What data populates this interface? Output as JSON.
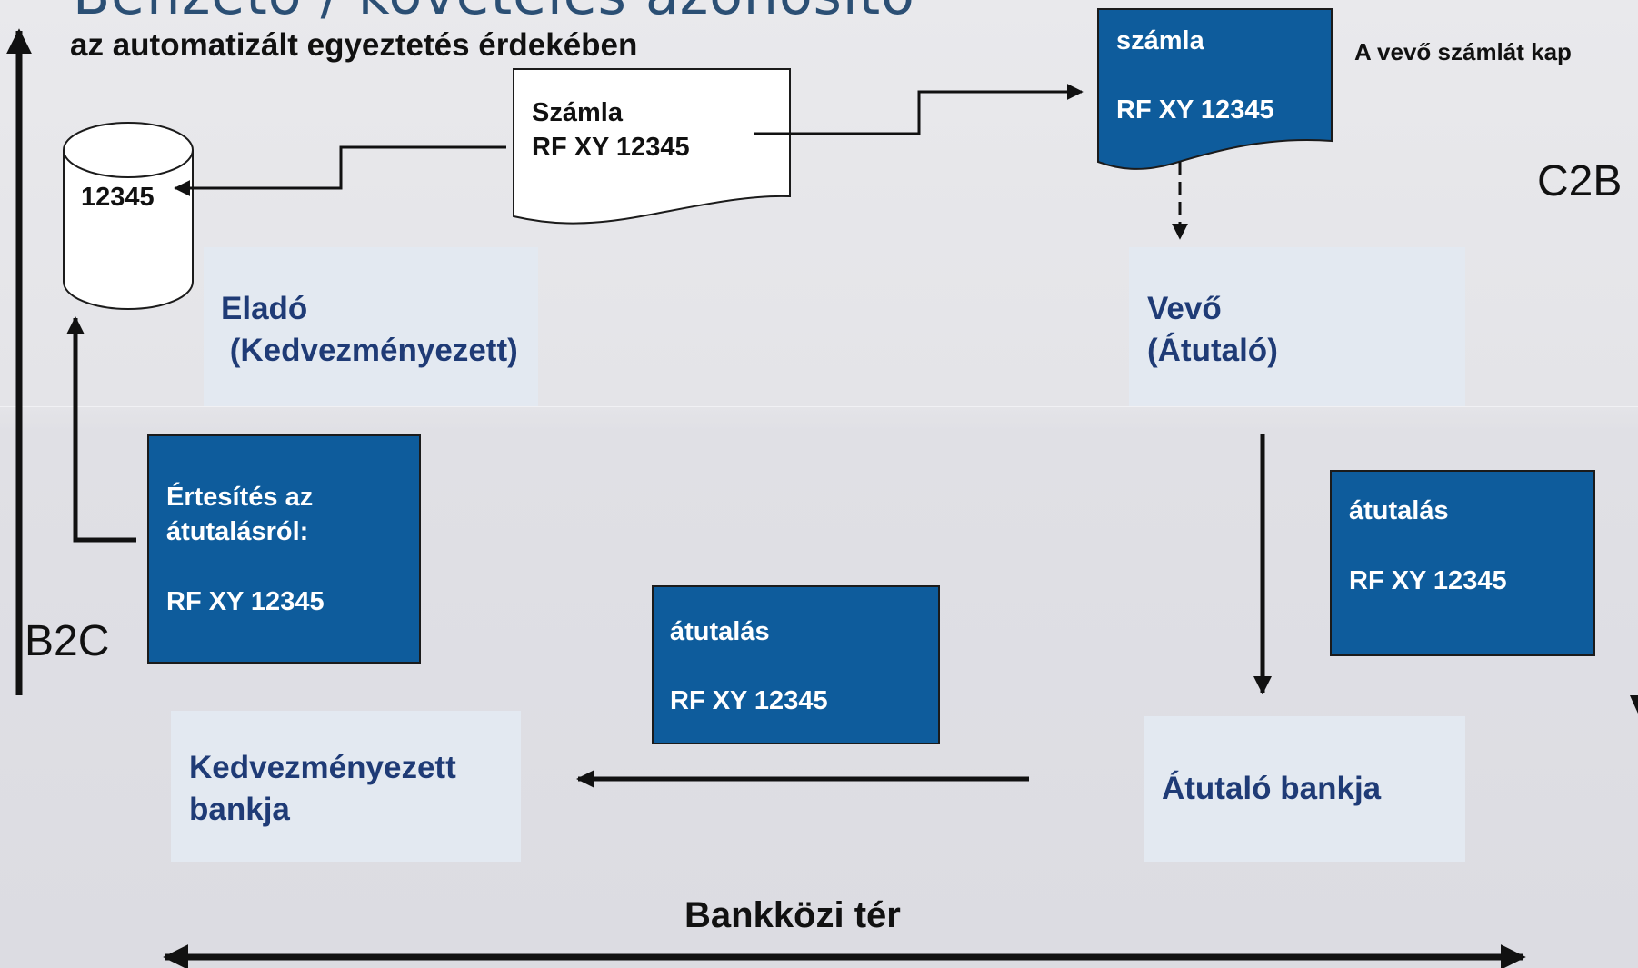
{
  "title": "Befizető / követelés azonosító",
  "subtitle": "az automatizált egyeztetés érdekében",
  "db_value": "12345",
  "invoice_doc": {
    "line1": "Számla",
    "line2": "RF XY 12345"
  },
  "buyer_invoice": {
    "line1": "számla",
    "line2": "RF XY 12345"
  },
  "buyer_note": "A vevő számlát kap",
  "c2b_label": "C2B",
  "b2c_label": "B2C",
  "seller": {
    "line1": "Eladó",
    "line2": " (Kedvezményezett)"
  },
  "buyer": {
    "line1": "Vevő",
    "line2": "(Átutaló)"
  },
  "notification": {
    "line1": "Értesítés az",
    "line2": "átutalásról:",
    "line3": "RF XY 12345"
  },
  "transfer_right": {
    "line1": "átutalás",
    "line2": "RF XY 12345"
  },
  "transfer_middle": {
    "line1": "átutalás",
    "line2": "RF XY 12345"
  },
  "beneficiary_bank": {
    "line1": "Kedvezményezett",
    "line2": "bankja"
  },
  "sender_bank": "Átutaló bankja",
  "interbank": "Bankközi tér",
  "colors": {
    "navy_box": "#0e5c9c",
    "light_box": "#e3e9f1",
    "label_text": "#1f3b76"
  }
}
